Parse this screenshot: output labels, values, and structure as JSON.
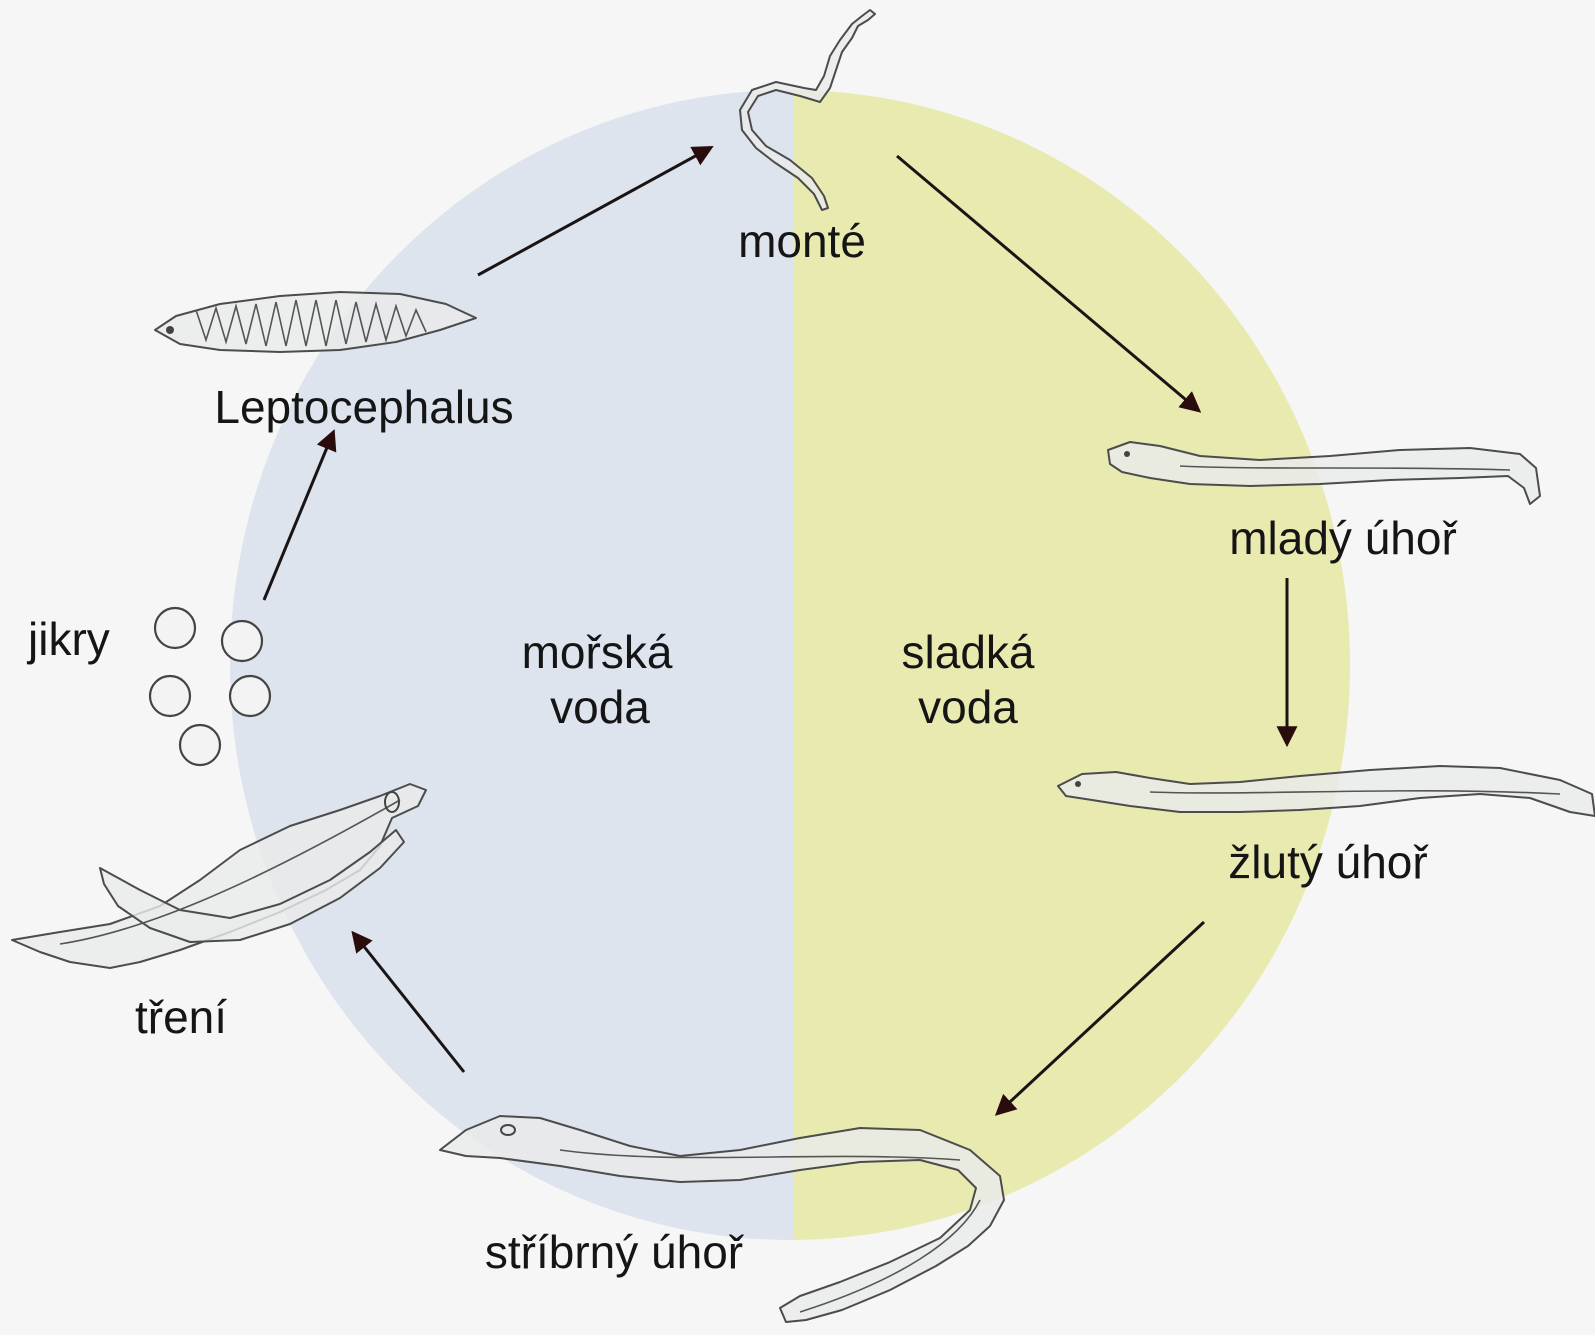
{
  "regions": {
    "sea": {
      "line1": "mořská",
      "line2": "voda",
      "color": "#dde4ee"
    },
    "fresh": {
      "line1": "sladká",
      "line2": "voda",
      "color": "#e8eab0"
    }
  },
  "stages": {
    "monte": "monté",
    "young_eel": "mladý úhoř",
    "yellow_eel": "žlutý úhoř",
    "silver_eel": "stříbrný úhoř",
    "spawning": "tření",
    "eggs": "jikry",
    "leptocephalus": "Leptocephalus"
  },
  "colors": {
    "arrow": "#2a0c0c",
    "background": "#f6f6f6"
  }
}
